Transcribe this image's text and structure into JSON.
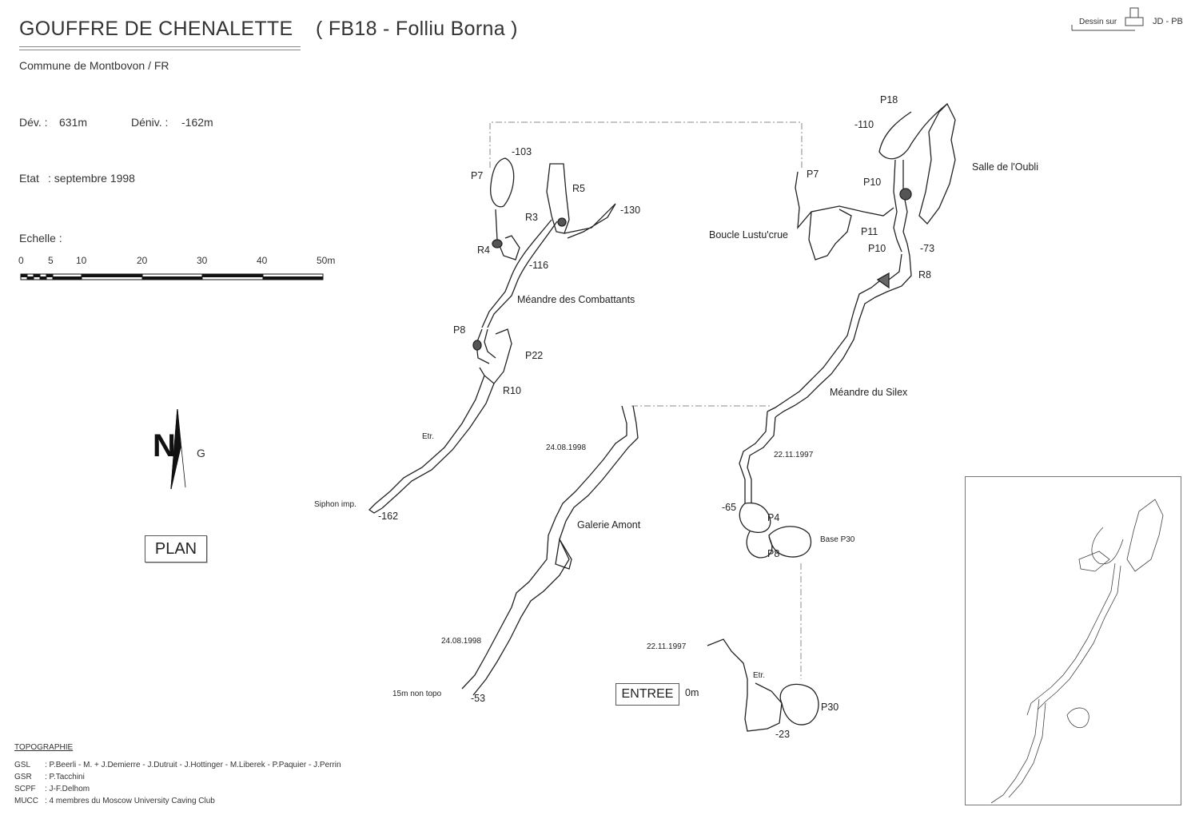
{
  "header": {
    "title": "GOUFFRE DE CHENALETTE",
    "code": "( FB18 - Folliu Borna )",
    "commune": "Commune de Montbovon / FR",
    "dev_label": "Dév. :",
    "dev_value": "631m",
    "deniv_label": "Déniv. :",
    "deniv_value": "-162m",
    "etat_label": "Etat",
    "etat_value": ":  septembre 1998"
  },
  "credit": {
    "drawn_on": "Dessin sur",
    "authors": "JD - PB"
  },
  "scale": {
    "label": "Echelle :",
    "ticks": [
      "0",
      "5",
      "10",
      "20",
      "30",
      "40",
      "50m"
    ]
  },
  "north": {
    "letter": "N",
    "grid": "G"
  },
  "view_label": "PLAN",
  "entrance_label": "ENTREE",
  "labels": {
    "m103": "-103",
    "p7a": "P7",
    "r5": "R5",
    "r3": "R3",
    "m130": "-130",
    "r4": "R4",
    "m116": "-116",
    "meandre_combattants": "Méandre des Combattants",
    "p8a": "P8",
    "p22": "P22",
    "r10": "R10",
    "etr_a": "Etr.",
    "siphon": "Siphon imp.",
    "m162": "-162",
    "p18": "P18",
    "m110": "-110",
    "salle_oubli": "Salle de l'Oubli",
    "p7b": "P7",
    "p10a": "P10",
    "boucle": "Boucle Lustu'crue",
    "p11": "P11",
    "p10b": "P10",
    "m73": "-73",
    "r8": "R8",
    "meandre_silex": "Méandre du Silex",
    "date_a": "24.08.1998",
    "date_b": "22.11.1997",
    "galerie_amont": "Galerie Amont",
    "m65": "-65",
    "p4": "P4",
    "base_p30": "Base P30",
    "p8b": "P8",
    "date_c": "24.08.1998",
    "non_topo": "15m non topo",
    "m53": "-53",
    "date_d": "22.11.1997",
    "etr_b": "Etr.",
    "zero": "0m",
    "p30": "P30",
    "m23": "-23"
  },
  "topography": {
    "heading": "TOPOGRAPHIE",
    "rows": [
      {
        "org": "GSL",
        "names": ":  P.Beerli - M. + J.Demierre - J.Dutruit - J.Hottinger - M.Liberek - P.Paquier - J.Perrin"
      },
      {
        "org": "GSR",
        "names": ":  P.Tacchini"
      },
      {
        "org": "SCPF",
        "names": ":  J-F.Delhom"
      },
      {
        "org": "MUCC",
        "names": ":  4 membres du Moscow University Caving Club"
      }
    ]
  }
}
